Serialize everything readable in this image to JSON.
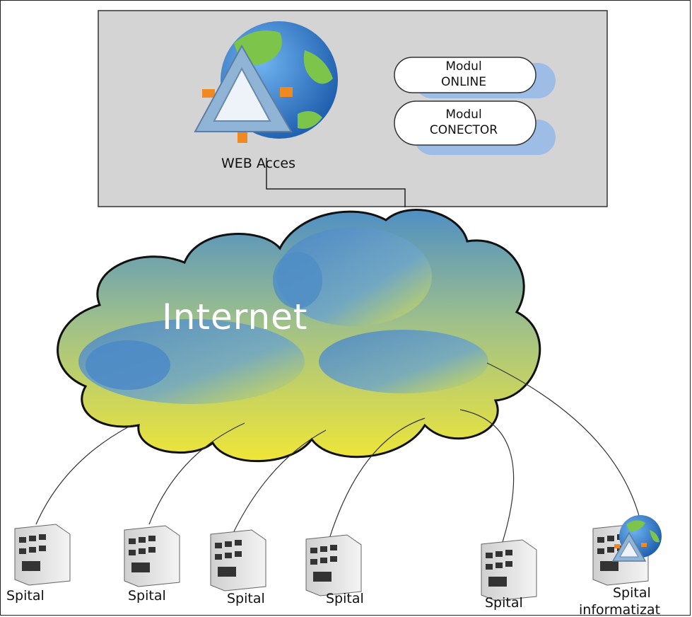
{
  "server_box": {
    "web_access_label": "WEB Acces",
    "modules": [
      {
        "line1": "Modul",
        "line2": "ONLINE"
      },
      {
        "line1": "Modul",
        "line2": "CONECTOR"
      }
    ]
  },
  "network": {
    "label": "Internet"
  },
  "hospitals": [
    {
      "label": "Spital"
    },
    {
      "label": "Spital"
    },
    {
      "label": "Spital"
    },
    {
      "label": "Spital"
    },
    {
      "label": "Spital"
    },
    {
      "label_line1": "Spital",
      "label_line2": "informatizat"
    }
  ],
  "colors": {
    "server_box_fill": "#d4d4d4",
    "cloud_top": "#5d9bc6",
    "cloud_bottom": "#e6e43a",
    "module_shadow": "#9dbde6"
  }
}
